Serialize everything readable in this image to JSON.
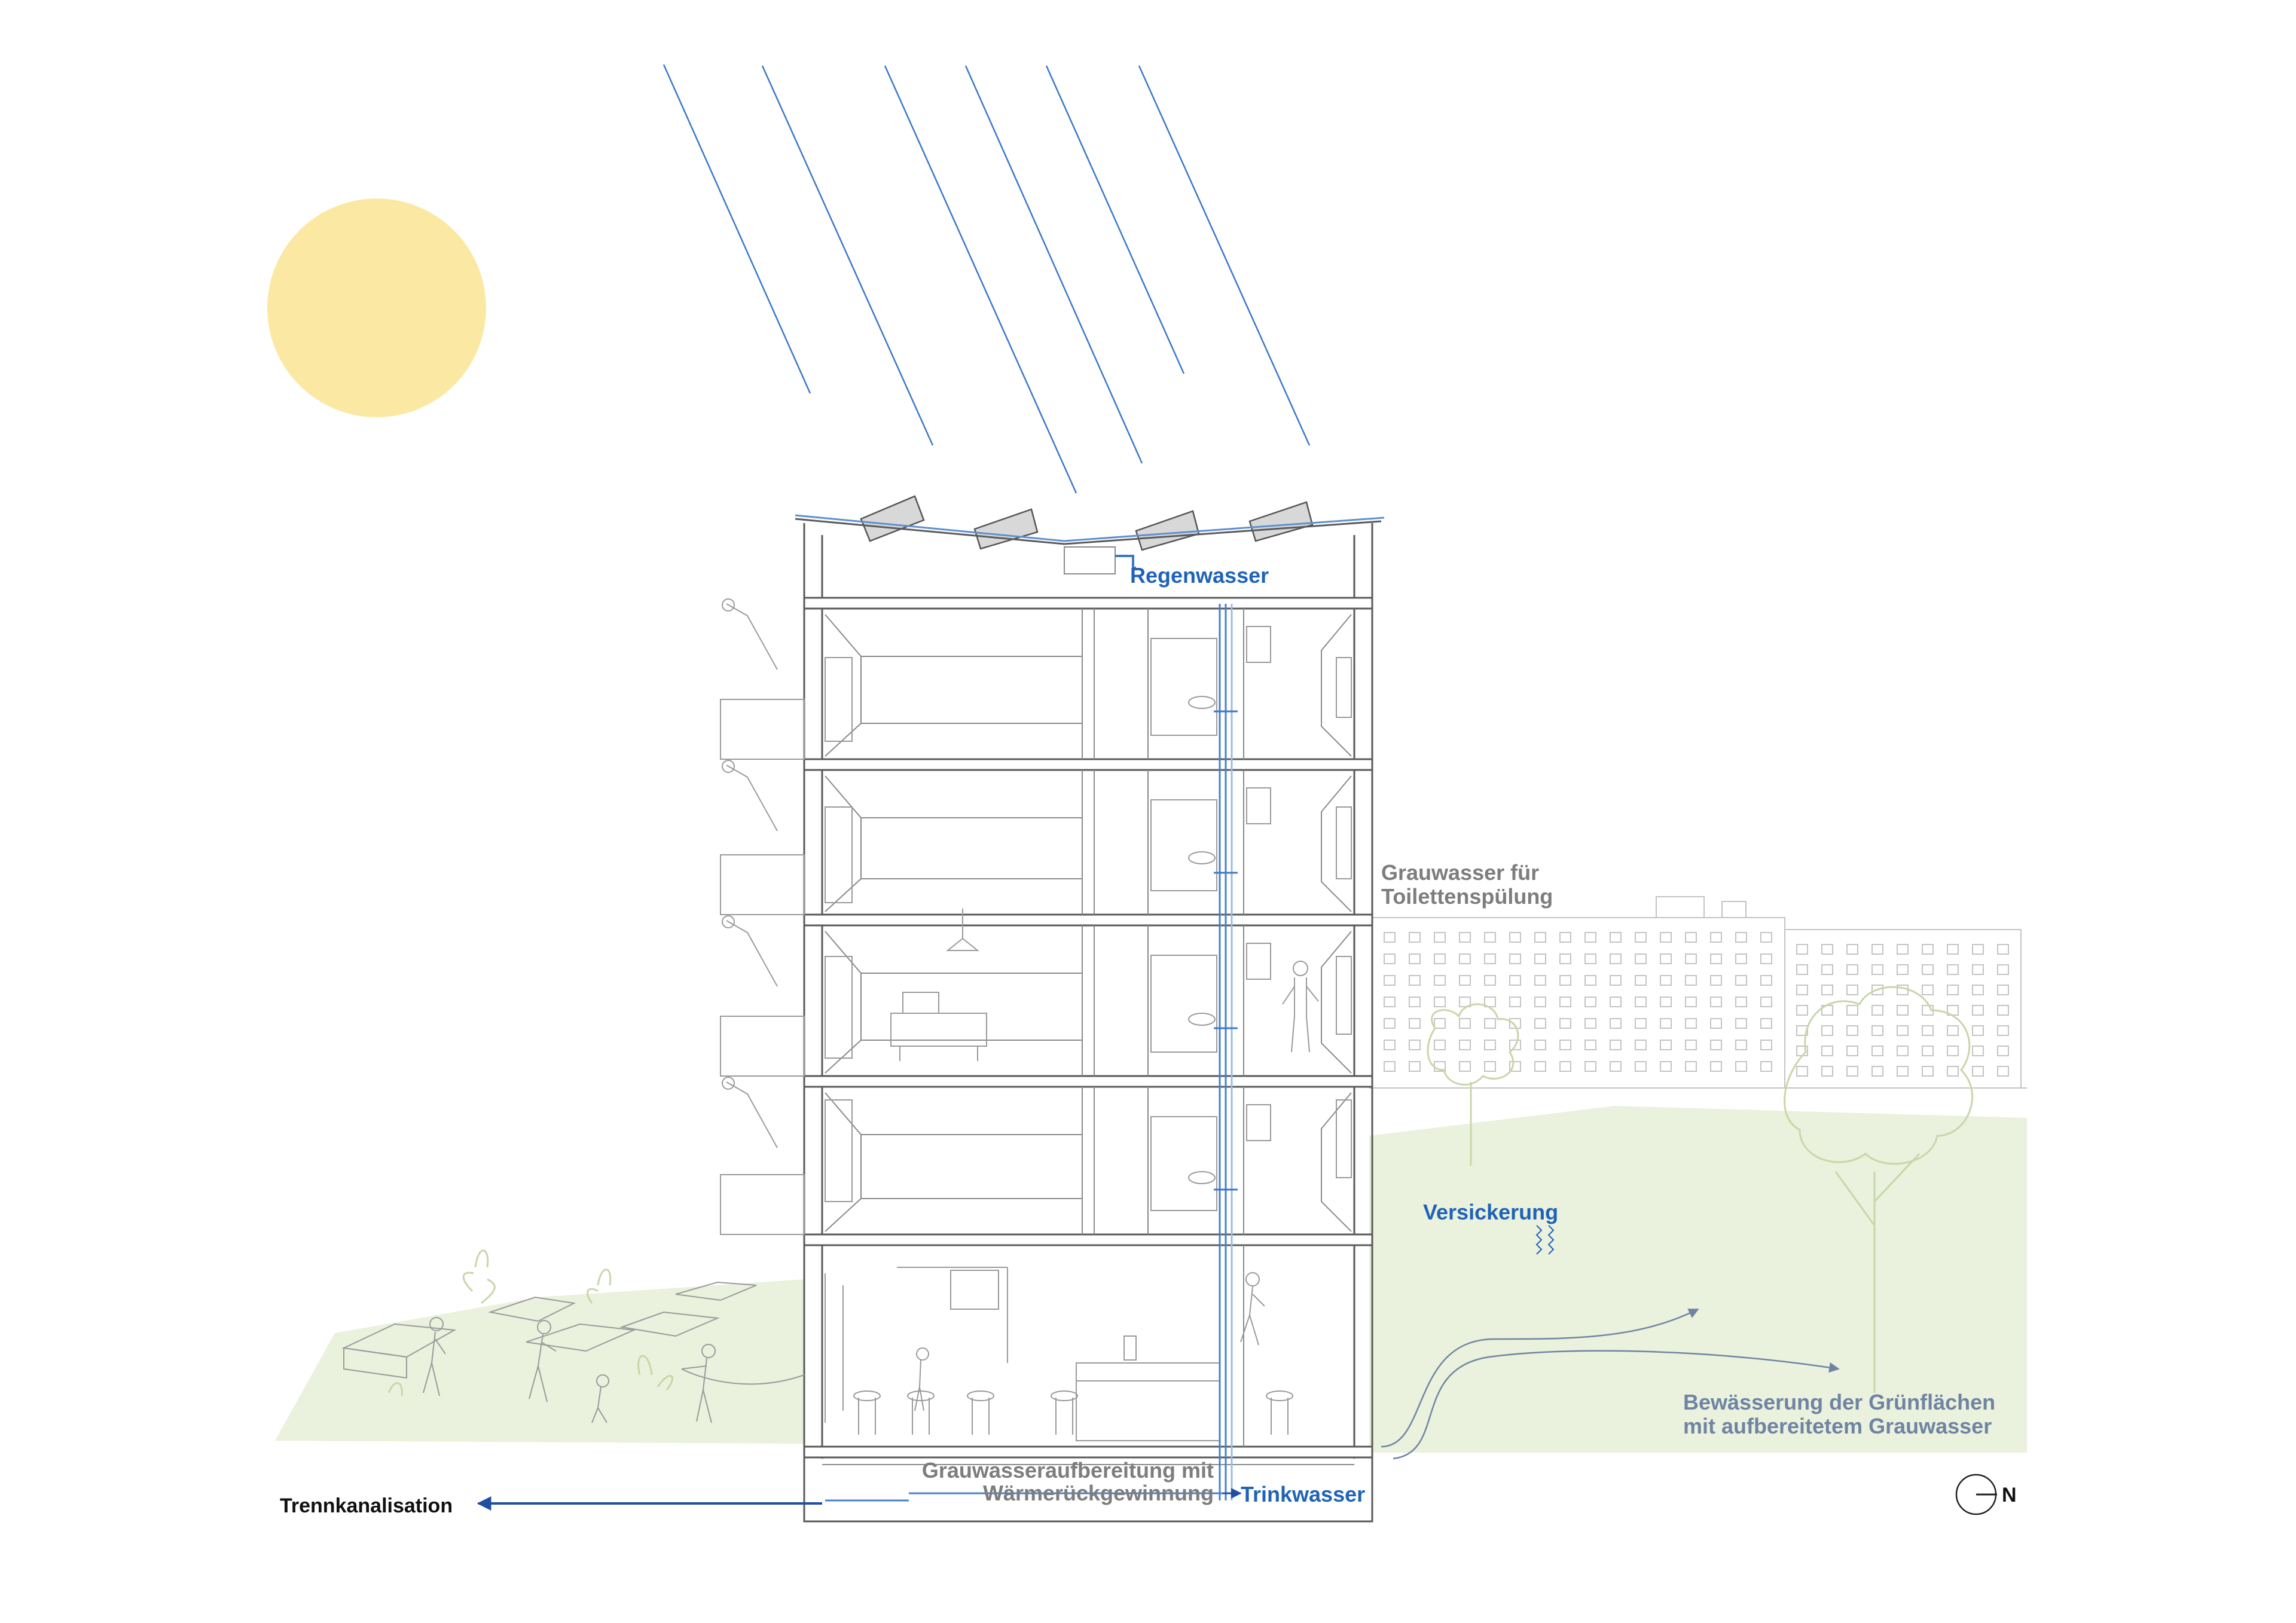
{
  "labels": {
    "regenwasser": "Regenwasser",
    "grauwasser_1": "Grauwasser für",
    "grauwasser_2": "Toilettenspülung",
    "versickerung": "Versickerung",
    "bewaesserung_1": "Bewässerung der Grünflächen",
    "bewaesserung_2": "mit aufbereitetem Grauwasser",
    "aufbereitung_1": "Grauwasseraufbereitung mit",
    "aufbereitung_2": "Wärmerückgewinnung",
    "trinkwasser": "Trinkwasser",
    "trennkanalisation": "Trennkanalisation",
    "north": "N"
  },
  "colors": {
    "sun": "#fbe9a3",
    "rain": "#3b78c8",
    "ground": "#eaf1dd",
    "label_blue": "#1f63b8",
    "label_grey": "#7d7d7d",
    "label_slate": "#6f84a3",
    "label_black": "#111111"
  },
  "icons": [
    "sun-icon",
    "solar-panel-icon",
    "north-arrow-icon",
    "tree-icon",
    "person-icon"
  ]
}
